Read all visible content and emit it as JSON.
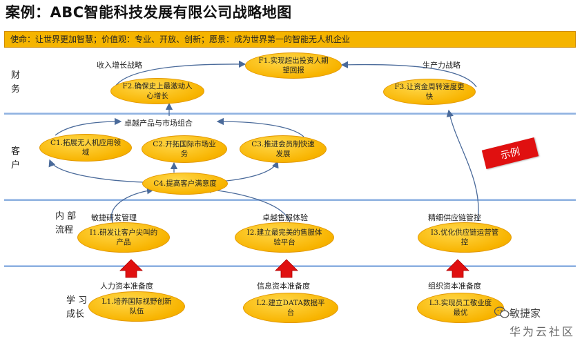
{
  "title": "案例：ABC智能科技发展有限公司战略地图",
  "mission": "使命：让世界更加智慧；价值观：专业、开放、创新；愿景：成为世界第一的智能无人机企业",
  "lanes": {
    "finance": "财\n务",
    "customer": "客\n户",
    "internal": "内 部\n流程",
    "learning": "学 习\n成长"
  },
  "captions": {
    "revenue_growth": "收入增长战略",
    "productivity": "生产力战略",
    "product_market": "卓越产品与市场组合",
    "agile_rd": "敏捷研发管理",
    "after_sales": "卓越售服体验",
    "supply_chain": "精细供应链管控",
    "human_capital": "人力资本准备度",
    "info_capital": "信息资本准备度",
    "org_capital": "组织资本准备度"
  },
  "nodes": {
    "F1": "F1.实现超出投资人期望回报",
    "F2": "F2.确保史上最激动人心增长",
    "F3": "F3.让资金周转速度更快",
    "C1": "C1.拓展无人机应用领域",
    "C2": "C2.开拓国际市场业务",
    "C3": "C3.推进会员制快速发展",
    "C4": "C4.提高客户满意度",
    "I1": "I1.研发让客户尖叫的产品",
    "I2": "I2.建立最完美的售服体验平台",
    "I3": "I3.优化供应链运营管控",
    "L1": "L1.培养国际视野创新队伍",
    "L2": "L2.建立DATA数据平台",
    "L3": "L3.实现员工敬业度最优"
  },
  "stamp": "示例",
  "watermark": {
    "brand": "敏捷家",
    "community": "华为云社区"
  },
  "colors": {
    "node_fill": "#f8b400",
    "mission_bar": "#f5b400",
    "lane_line": "#8fb2e0",
    "arrow_up": "#e01010",
    "stamp": "#e01010"
  }
}
